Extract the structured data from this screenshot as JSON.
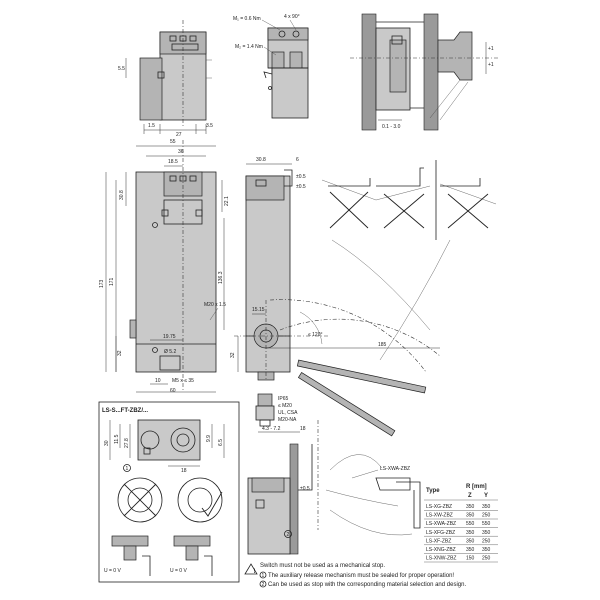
{
  "torque": {
    "m1": "M₁ = 0.6 Nm",
    "m2": "M₂ = 1.4 Nm",
    "screws": "4 x 90°"
  },
  "top_dims": {
    "d55": "5.5",
    "d15": "1.5",
    "d27": "27",
    "d35": "3.5",
    "d01": "0.1 - 3.0",
    "p1a": "+1",
    "p1b": "+1"
  },
  "front_dims": {
    "w55": "55",
    "w36": "36",
    "w185": "18.5",
    "h308": "30.8",
    "h221": "22.1",
    "h173": "173",
    "h171": "171",
    "h1363": "136.3",
    "m20": "M20 x 1.5",
    "h32": "32",
    "w1975": "19.75",
    "d52": "Ø 5.2",
    "w10": "10",
    "m5": "M5 x ≤ 35",
    "w60": "60"
  },
  "side_dims": {
    "w308": "30.8",
    "w6": "6",
    "p05a": "±0.5",
    "p05b": "±0.5",
    "w1515": "15.15",
    "h32": "32",
    "ang": "≤ 120°",
    "r185": "185"
  },
  "aux": {
    "title": "LS-S...FT-ZBZ/...",
    "d30": "30",
    "d115": "11.5",
    "d278": "27.8",
    "d99": "9.9",
    "d65": "6.5",
    "w18": "18",
    "circle1": "1",
    "u1": "U = 0 V",
    "u2": "U = 0 V"
  },
  "gland": {
    "ip": "IP65",
    "m20": "≤ M20",
    "ul": "UL, CSA",
    "na": "M20-NA"
  },
  "lower": {
    "w43": "4.3 - 7.2",
    "w18": "18",
    "p05": "±0.5",
    "circle2": "2",
    "xwa": "LS-XWA-ZBZ"
  },
  "table": {
    "type_label": "Type",
    "r_label": "R [mm]",
    "col_z": "Z",
    "col_y": "Y",
    "rows": [
      {
        "type": "LS-XG-ZBZ",
        "z": "350",
        "y": "350"
      },
      {
        "type": "LS-XW-ZBZ",
        "z": "350",
        "y": "250"
      },
      {
        "type": "LS-XWA-ZBZ",
        "z": "550",
        "y": "550"
      },
      {
        "type": "LS-XFG-ZBZ",
        "z": "350",
        "y": "350"
      },
      {
        "type": "LS-XF-ZBZ",
        "z": "350",
        "y": "250"
      },
      {
        "type": "LS-XNG-ZBZ",
        "z": "350",
        "y": "350"
      },
      {
        "type": "LS-XNW-ZBZ",
        "z": "150",
        "y": "250"
      }
    ]
  },
  "notes": {
    "warning": "Switch must not be used as a mechanical stop.",
    "note1": "The auxiliary release mechanism must be sealed for proper operation!",
    "note2": "Can be used as stop with the corresponding material selection and design.",
    "n1": "1",
    "n2": "2"
  }
}
